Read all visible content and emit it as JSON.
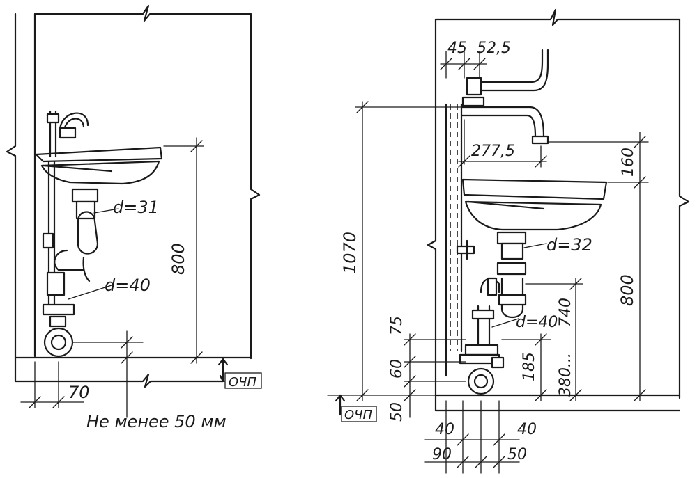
{
  "left_view": {
    "d_trap": "d=31",
    "d_outlet": "d=40",
    "dim_height": "800",
    "dim_offset": "70",
    "clearance_note": "Не менее 50 мм",
    "floor_mark": "ОЧП"
  },
  "right_view": {
    "dim_45": "45",
    "dim_52_5": "52,5",
    "dim_277_5": "277,5",
    "dim_160": "160",
    "dim_1070": "1070",
    "d_trap": "d=32",
    "d_outlet": "d=40",
    "dim_800": "800",
    "dim_740": "740",
    "dim_380_740": "380...",
    "dim_185": "185",
    "dim_75": "75",
    "dim_60": "60",
    "dim_50_vert": "50",
    "floor_mark": "ОЧП",
    "dim_40_left": "40",
    "dim_40_right": "40",
    "dim_90": "90",
    "dim_50_bottom": "50"
  }
}
